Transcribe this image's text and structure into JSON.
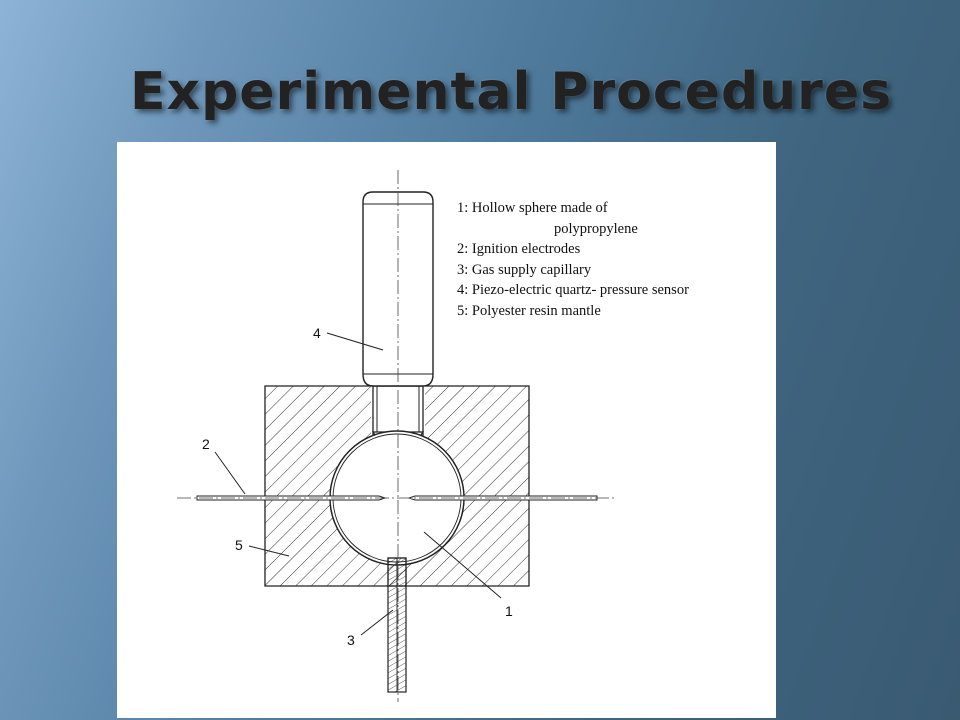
{
  "slide": {
    "title": "Experimental Procedures"
  },
  "figure": {
    "legend": {
      "item1_line1": "1: Hollow sphere made of",
      "item1_line2": "polypropylene",
      "item2": "2: Ignition electrodes",
      "item3": "3: Gas supply capillary",
      "item4": "4: Piezo-electric quartz- pressure sensor",
      "item5": "5: Polyester resin mantle"
    },
    "callouts": {
      "c1": "1",
      "c2": "2",
      "c3": "3",
      "c4": "4",
      "c5": "5"
    }
  }
}
